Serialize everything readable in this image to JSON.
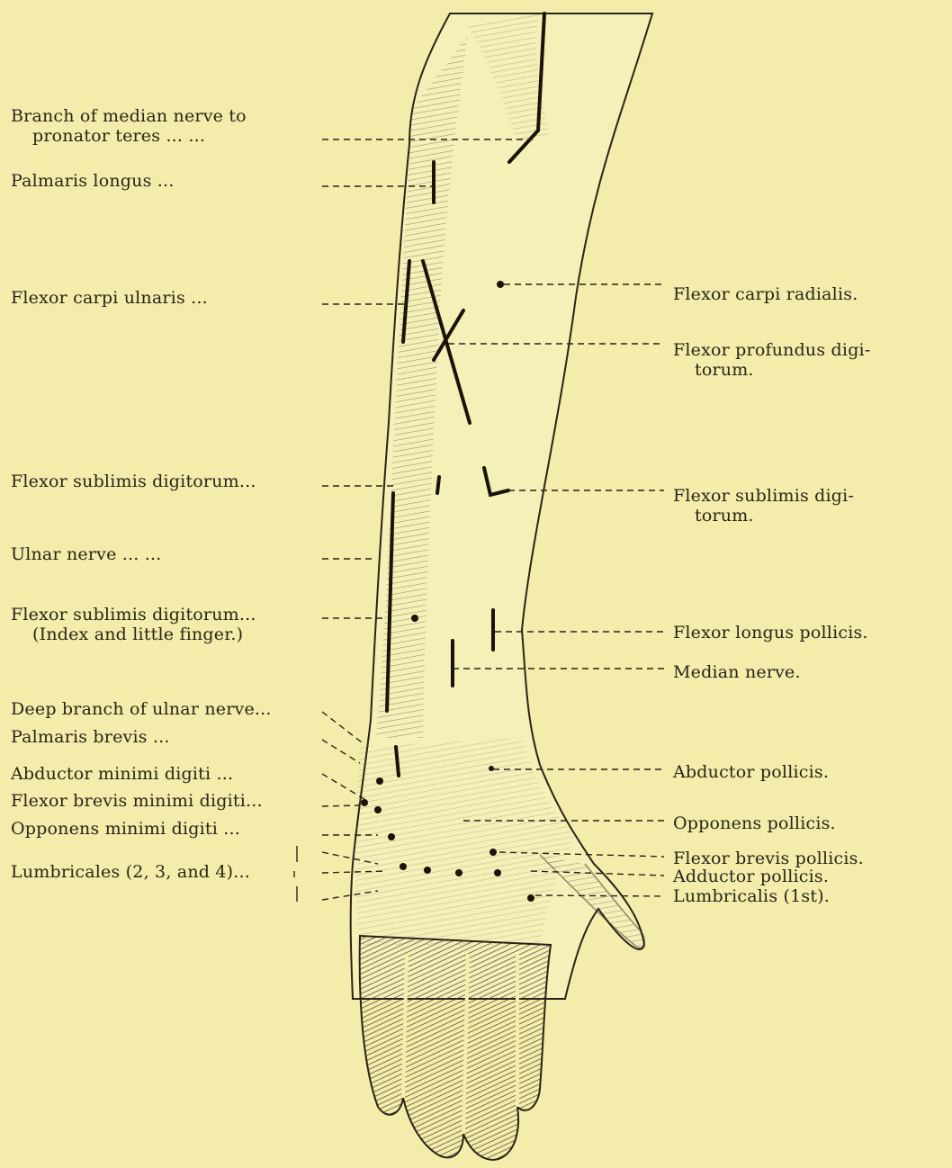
{
  "labels": {
    "left": [
      {
        "name": "branch-median-pronator",
        "line1": "Branch of median nerve to",
        "line2": "pronator teres     ...        ..."
      },
      {
        "name": "palmaris-longus",
        "line1": "Palmaris longus         ...",
        "line2": ""
      },
      {
        "name": "flexor-carpi-ulnaris",
        "line1": "Flexor carpi ulnaris ...",
        "line2": ""
      },
      {
        "name": "flexor-sublimis-left",
        "line1": "Flexor sublimis digitorum...",
        "line2": ""
      },
      {
        "name": "ulnar-nerve",
        "line1": "Ulnar nerve   ...        ...",
        "line2": ""
      },
      {
        "name": "flexor-sublimis-index",
        "line1": "Flexor sublimis digitorum...",
        "line2": "(Index and little finger.)"
      },
      {
        "name": "deep-branch-ulnar",
        "line1": "Deep branch of ulnar nerve...",
        "line2": ""
      },
      {
        "name": "palmaris-brevis",
        "line1": "Palmaris brevis         ...",
        "line2": ""
      },
      {
        "name": "abductor-minimi",
        "line1": "Abductor minimi digiti     ...",
        "line2": ""
      },
      {
        "name": "flexor-brevis-minimi",
        "line1": "Flexor brevis minimi digiti...",
        "line2": ""
      },
      {
        "name": "opponens-minimi",
        "line1": "Opponens minimi digiti     ...",
        "line2": ""
      },
      {
        "name": "lumbricales",
        "line1": "Lumbricales (2, 3, and 4)...",
        "line2": ""
      }
    ],
    "right": [
      {
        "name": "flexor-carpi-radialis",
        "line1": "Flexor carpi radialis.",
        "line2": ""
      },
      {
        "name": "flexor-profundus",
        "line1": "Flexor   profundus   digi-",
        "line2": "torum."
      },
      {
        "name": "flexor-sublimis-right",
        "line1": "Flexor    sublimis    digi-",
        "line2": "torum."
      },
      {
        "name": "flexor-longus-pollicis",
        "line1": "Flexor longus pollicis.",
        "line2": ""
      },
      {
        "name": "median-nerve",
        "line1": "Median nerve.",
        "line2": ""
      },
      {
        "name": "abductor-pollicis",
        "line1": "Abductor pollicis.",
        "line2": ""
      },
      {
        "name": "opponens-pollicis",
        "line1": "Opponens pollicis.",
        "line2": ""
      },
      {
        "name": "flexor-brevis-pollicis",
        "line1": "Flexor brevis pollicis.",
        "line2": ""
      },
      {
        "name": "adductor-pollicis",
        "line1": "Adductor pollicis.",
        "line2": ""
      },
      {
        "name": "lumbricalis-1st",
        "line1": "Lumbricalis (1st).",
        "line2": ""
      }
    ]
  },
  "colors": {
    "paper": "#f3ecaa",
    "ink": "#2a2418"
  }
}
